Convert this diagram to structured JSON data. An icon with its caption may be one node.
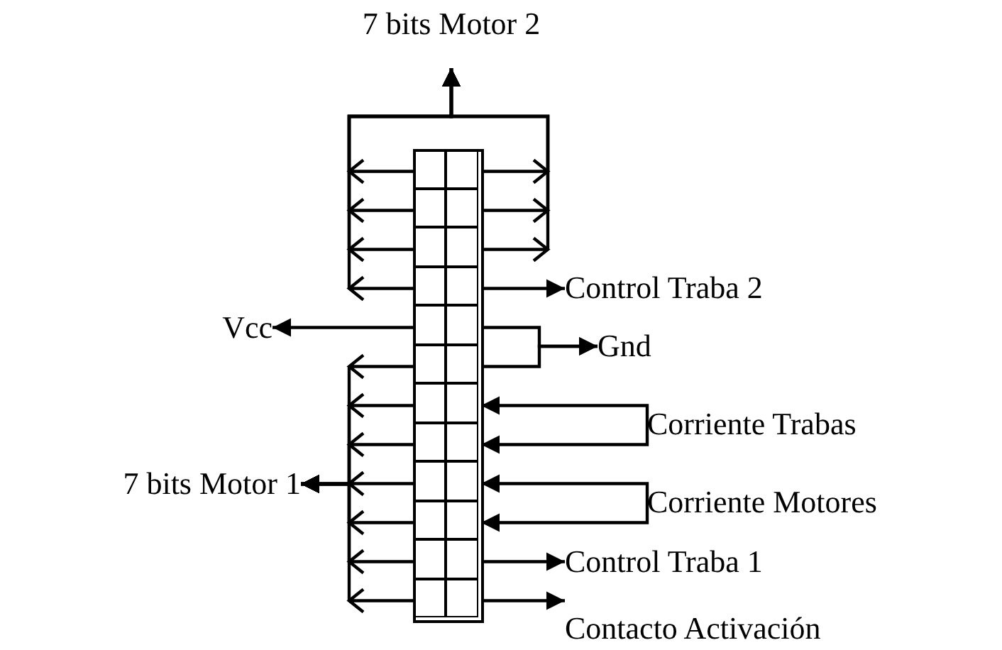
{
  "diagram": {
    "nodes": [
      {
        "text": [
          "7 bits Motor 2"
        ]
      },
      {
        "text": [],
        "shape": "box"
      },
      {
        "text": [],
        "shape": "box",
        "in": 1
      },
      {
        "text": [],
        "shape": "box",
        "in": 1
      },
      {
        "text": [],
        "shape": "box",
        "in": 1
      },
      {
        "text": [],
        "shape": "box",
        "in": 1
      },
      {
        "text": [],
        "shape": "box",
        "in": 1
      },
      {
        "text": [],
        "shape": "box",
        "in": 1
      },
      {
        "text": [],
        "shape": "box",
        "in": 1
      },
      {
        "text": [],
        "shape": "box",
        "in": 1
      },
      {
        "text": [],
        "shape": "box",
        "in": 1
      },
      {
        "text": [],
        "shape": "box",
        "in": 1
      },
      {
        "text": [],
        "shape": "box",
        "in": 1
      },
      {
        "text": [],
        "shape": "box",
        "in": 1
      },
      {
        "text": [],
        "shape": "box",
        "in": 1
      },
      {
        "text": [],
        "shape": "box",
        "in": 1
      },
      {
        "text": [],
        "shape": "box",
        "in": 1
      },
      {
        "text": [],
        "shape": "box",
        "in": 1
      },
      {
        "text": [],
        "shape": "box",
        "in": 1
      },
      {
        "text": [],
        "shape": "box",
        "in": 1
      },
      {
        "text": [],
        "shape": "box",
        "in": 1
      },
      {
        "text": [],
        "shape": "box",
        "in": 1
      },
      {
        "text": [],
        "shape": "box",
        "in": 1
      },
      {
        "text": [],
        "shape": "box",
        "in": 1
      },
      {
        "text": [],
        "shape": "box",
        "in": 1
      },
      {
        "text": [],
        "shape": "box",
        "in": 1
      },
      {
        "text": [
          "Control Traba 2"
        ]
      },
      {
        "text": [
          "Vcc"
        ]
      },
      {
        "text": [
          "Gnd"
        ]
      },
      {
        "text": [
          "Corriente Trabas"
        ]
      },
      {
        "text": [
          "7 bits Motor 1"
        ]
      },
      {
        "text": [
          "Corriente Motores"
        ]
      },
      {
        "text": [
          "Control Traba 1"
        ]
      },
      {
        "text": [
          "Contacto Activación"
        ]
      }
    ],
    "edges": [
      {
        "from": 2,
        "to": 0,
        "arrow": "to"
      },
      {
        "from": 3,
        "to": 0,
        "arrow": "to"
      },
      {
        "from": 4,
        "to": 0,
        "arrow": "to"
      },
      {
        "from": 5,
        "to": 0,
        "arrow": "to"
      },
      {
        "from": 6,
        "to": 0,
        "arrow": "to"
      },
      {
        "from": 7,
        "to": 0,
        "arrow": "to"
      },
      {
        "from": 8,
        "to": 0,
        "arrow": "to"
      },
      {
        "from": 9,
        "to": 26,
        "arrow": "to"
      },
      {
        "from": 10,
        "to": 27,
        "arrow": "to"
      },
      {
        "from": 11,
        "to": 28,
        "arrow": "to"
      },
      {
        "from": 13,
        "to": 28,
        "arrow": "to"
      },
      {
        "from": 29,
        "to": 15,
        "arrow": "to"
      },
      {
        "from": 29,
        "to": 17,
        "arrow": "to"
      },
      {
        "from": 12,
        "to": 30,
        "arrow": "to"
      },
      {
        "from": 14,
        "to": 30,
        "arrow": "to"
      },
      {
        "from": 16,
        "to": 30,
        "arrow": "to"
      },
      {
        "from": 18,
        "to": 30,
        "arrow": "to"
      },
      {
        "from": 20,
        "to": 30,
        "arrow": "to"
      },
      {
        "from": 22,
        "to": 30,
        "arrow": "to"
      },
      {
        "from": 24,
        "to": 30,
        "arrow": "to"
      },
      {
        "from": 31,
        "to": 19,
        "arrow": "to"
      },
      {
        "from": 31,
        "to": 21,
        "arrow": "to"
      },
      {
        "from": 23,
        "to": 32,
        "arrow": "to"
      },
      {
        "from": 25,
        "to": 33,
        "arrow": "to"
      }
    ]
  }
}
